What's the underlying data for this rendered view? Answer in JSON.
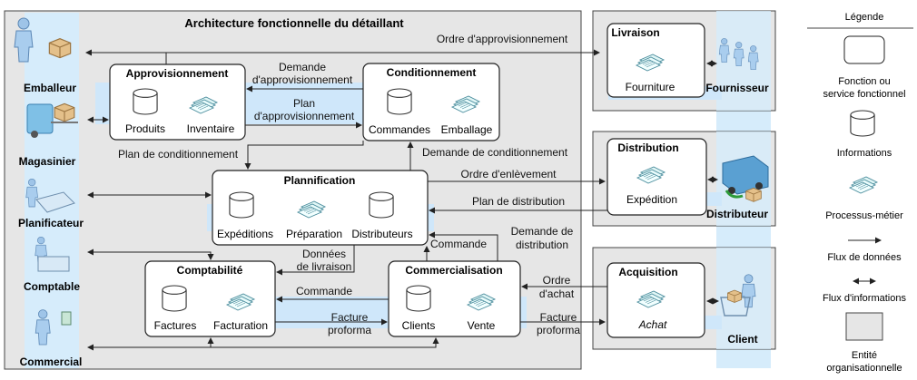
{
  "title": "Architecture fonctionnelle du détaillant",
  "actors_left": [
    "Emballeur",
    "Magasinier",
    "Planificateur",
    "Comptable",
    "Commercial"
  ],
  "actors_right": [
    "Fournisseur",
    "Distributeur",
    "Client"
  ],
  "functions": {
    "approvisionnement": {
      "title": "Approvisionnement",
      "info": "Produits",
      "process": "Inventaire"
    },
    "conditionnement": {
      "title": "Conditionnement",
      "info": "Commandes",
      "process": "Emballage"
    },
    "plannification": {
      "title": "Plannification",
      "info1": "Expéditions",
      "process": "Préparation",
      "info2": "Distributeurs"
    },
    "comptabilite": {
      "title": "Comptabilité",
      "info": "Factures",
      "process": "Facturation"
    },
    "commercialisation": {
      "title": "Commercialisation",
      "info": "Clients",
      "process": "Vente"
    }
  },
  "external": {
    "livraison": {
      "title": "Livraison",
      "process": "Fourniture"
    },
    "distribution": {
      "title": "Distribution",
      "process": "Expédition"
    },
    "acquisition": {
      "title": "Acquisition",
      "process": "Achat"
    }
  },
  "flows": {
    "ordre_appro": "Ordre d'approvisionnement",
    "demande_appro_1": "Demande",
    "demande_appro_2": "d'approvisionnement",
    "plan_appro_1": "Plan",
    "plan_appro_2": "d'approvisionnement",
    "plan_cond": "Plan de conditionnement",
    "demande_cond": "Demande de conditionnement",
    "ordre_enlev": "Ordre d'enlèvement",
    "plan_distrib": "Plan de distribution",
    "demande_distrib_1": "Demande de",
    "demande_distrib_2": "distribution",
    "commande_1": "Commande",
    "donnees_livr_1": "Données",
    "donnees_livr_2": "de livraison",
    "commande_2": "Commande",
    "ordre_achat_1": "Ordre",
    "ordre_achat_2": "d'achat",
    "facture_pf_left_1": "Facture",
    "facture_pf_left_2": "proforma",
    "facture_pf_right_1": "Facture",
    "facture_pf_right_2": "proforma"
  },
  "legend": {
    "title": "Légende",
    "function": [
      "Fonction ou",
      "service fonctionnel"
    ],
    "information": "Informations",
    "process": "Processus-métier",
    "data_flow": "Flux de données",
    "info_flow": "Flux d'informations",
    "entity": [
      "Entité",
      "organisationnelle"
    ]
  }
}
